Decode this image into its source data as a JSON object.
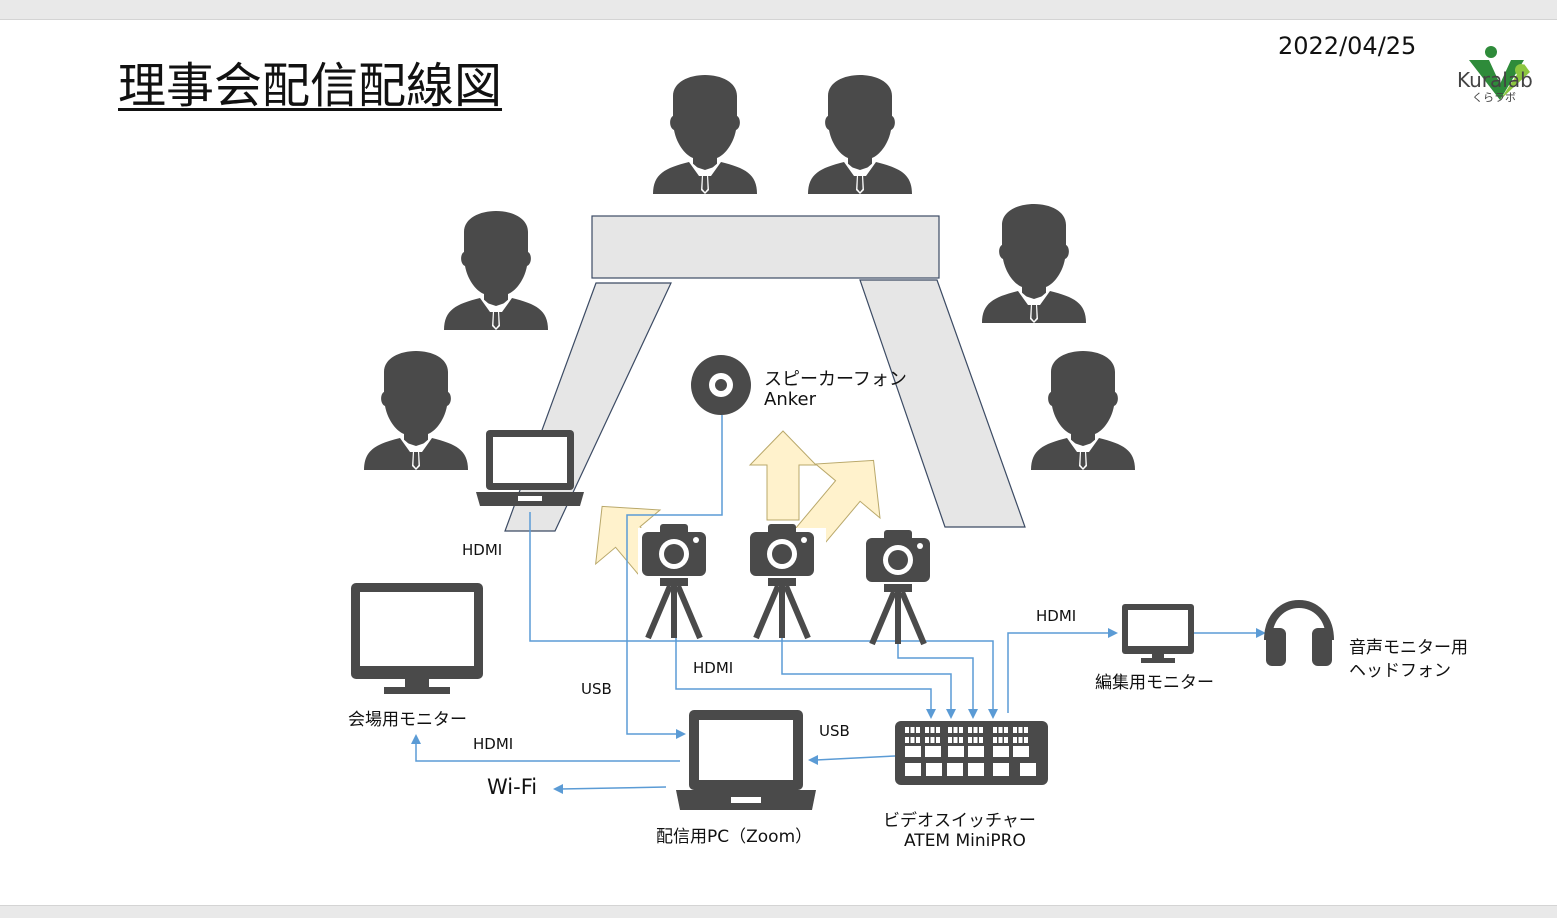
{
  "title": "理事会配信配線図",
  "date": "2022/04/25",
  "logo": {
    "name": "Kuralab",
    "sub": "くらラボ",
    "icon": "kuralab-logo"
  },
  "labels": {
    "speaker_name": "スピーカーフォン",
    "speaker_model": "Anker",
    "hdmi": "HDMI",
    "usb": "USB",
    "wifi": "Wi-Fi",
    "venue_monitor": "会場用モニター",
    "stream_pc": "配信用PC（Zoom）",
    "switcher_name": "ビデオスイッチャー",
    "switcher_model": "ATEM MiniPRO",
    "edit_monitor": "編集用モニター",
    "headphone_line1": "音声モニター用",
    "headphone_line2": "ヘッドフォン"
  },
  "colors": {
    "line": "#5b9bd5",
    "icon": "#4a4a4a",
    "table": "#e6e6e6",
    "arrow": "#fff2cc",
    "arrow_stroke": "#b9a86a"
  },
  "icons": [
    "person-icon",
    "laptop-icon",
    "camera-tripod-icon",
    "monitor-icon",
    "speakerphone-icon",
    "headphones-icon",
    "switcher-icon"
  ]
}
